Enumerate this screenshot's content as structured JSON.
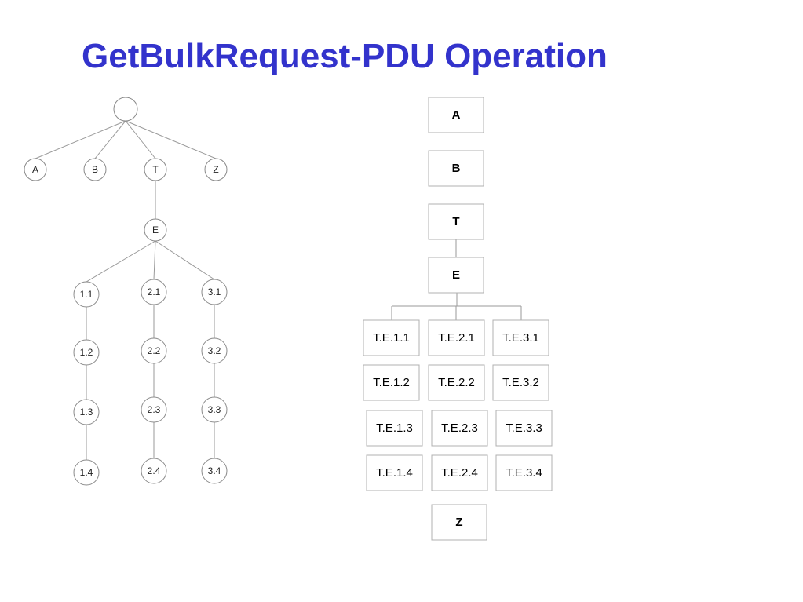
{
  "title": "GetBulkRequest-PDU Operation",
  "colors": {
    "title": "#3333cc",
    "edge": "#9a9a9a",
    "node_border": "#8a8a8a",
    "box_border": "#b0b0b0"
  },
  "tree": {
    "root": "",
    "level1": [
      "A",
      "B",
      "T",
      "Z"
    ],
    "t_child": "E",
    "branches": [
      [
        "1.1",
        "1.2",
        "1.3",
        "1.4"
      ],
      [
        "2.1",
        "2.2",
        "2.3",
        "2.4"
      ],
      [
        "3.1",
        "3.2",
        "3.3",
        "3.4"
      ]
    ]
  },
  "sequence": {
    "top": [
      "A",
      "B",
      "T",
      "E"
    ],
    "grid": [
      [
        "T.E.1.1",
        "T.E.2.1",
        "T.E.3.1"
      ],
      [
        "T.E.1.2",
        "T.E.2.2",
        "T.E.3.2"
      ],
      [
        "T.E.1.3",
        "T.E.2.3",
        "T.E.3.3"
      ],
      [
        "T.E.1.4",
        "T.E.2.4",
        "T.E.3.4"
      ]
    ],
    "end": "Z"
  }
}
